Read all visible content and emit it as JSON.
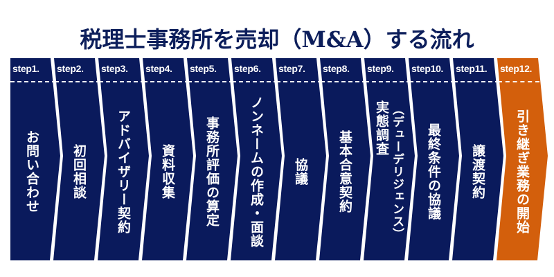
{
  "title": "税理士事務所を売却（M&A）する流れ",
  "colors": {
    "navy": "#0a1a5c",
    "accent": "#d35f0c",
    "text": "#ffffff",
    "title": "#0c1e5b"
  },
  "steps": [
    {
      "num": "step1.",
      "label": "お問い合わせ",
      "label2": ""
    },
    {
      "num": "step2.",
      "label": "初回相談",
      "label2": ""
    },
    {
      "num": "step3.",
      "label": "アドバイザリー契約",
      "label2": ""
    },
    {
      "num": "step4.",
      "label": "資料収集",
      "label2": ""
    },
    {
      "num": "step5.",
      "label": "事務所評価の算定",
      "label2": ""
    },
    {
      "num": "step6.",
      "label": "ノンネームの作成・面談",
      "label2": ""
    },
    {
      "num": "step7.",
      "label": "協議",
      "label2": ""
    },
    {
      "num": "step8.",
      "label": "基本合意契約",
      "label2": ""
    },
    {
      "num": "step9.",
      "label": "（デューデリジェンス）",
      "label2": "実態調査"
    },
    {
      "num": "step10.",
      "label": "最終条件の協議",
      "label2": ""
    },
    {
      "num": "step11.",
      "label": "譲渡契約",
      "label2": ""
    },
    {
      "num": "step12.",
      "label": "引き継ぎ業務の開始",
      "label2": ""
    }
  ],
  "highlighted_step": 12
}
